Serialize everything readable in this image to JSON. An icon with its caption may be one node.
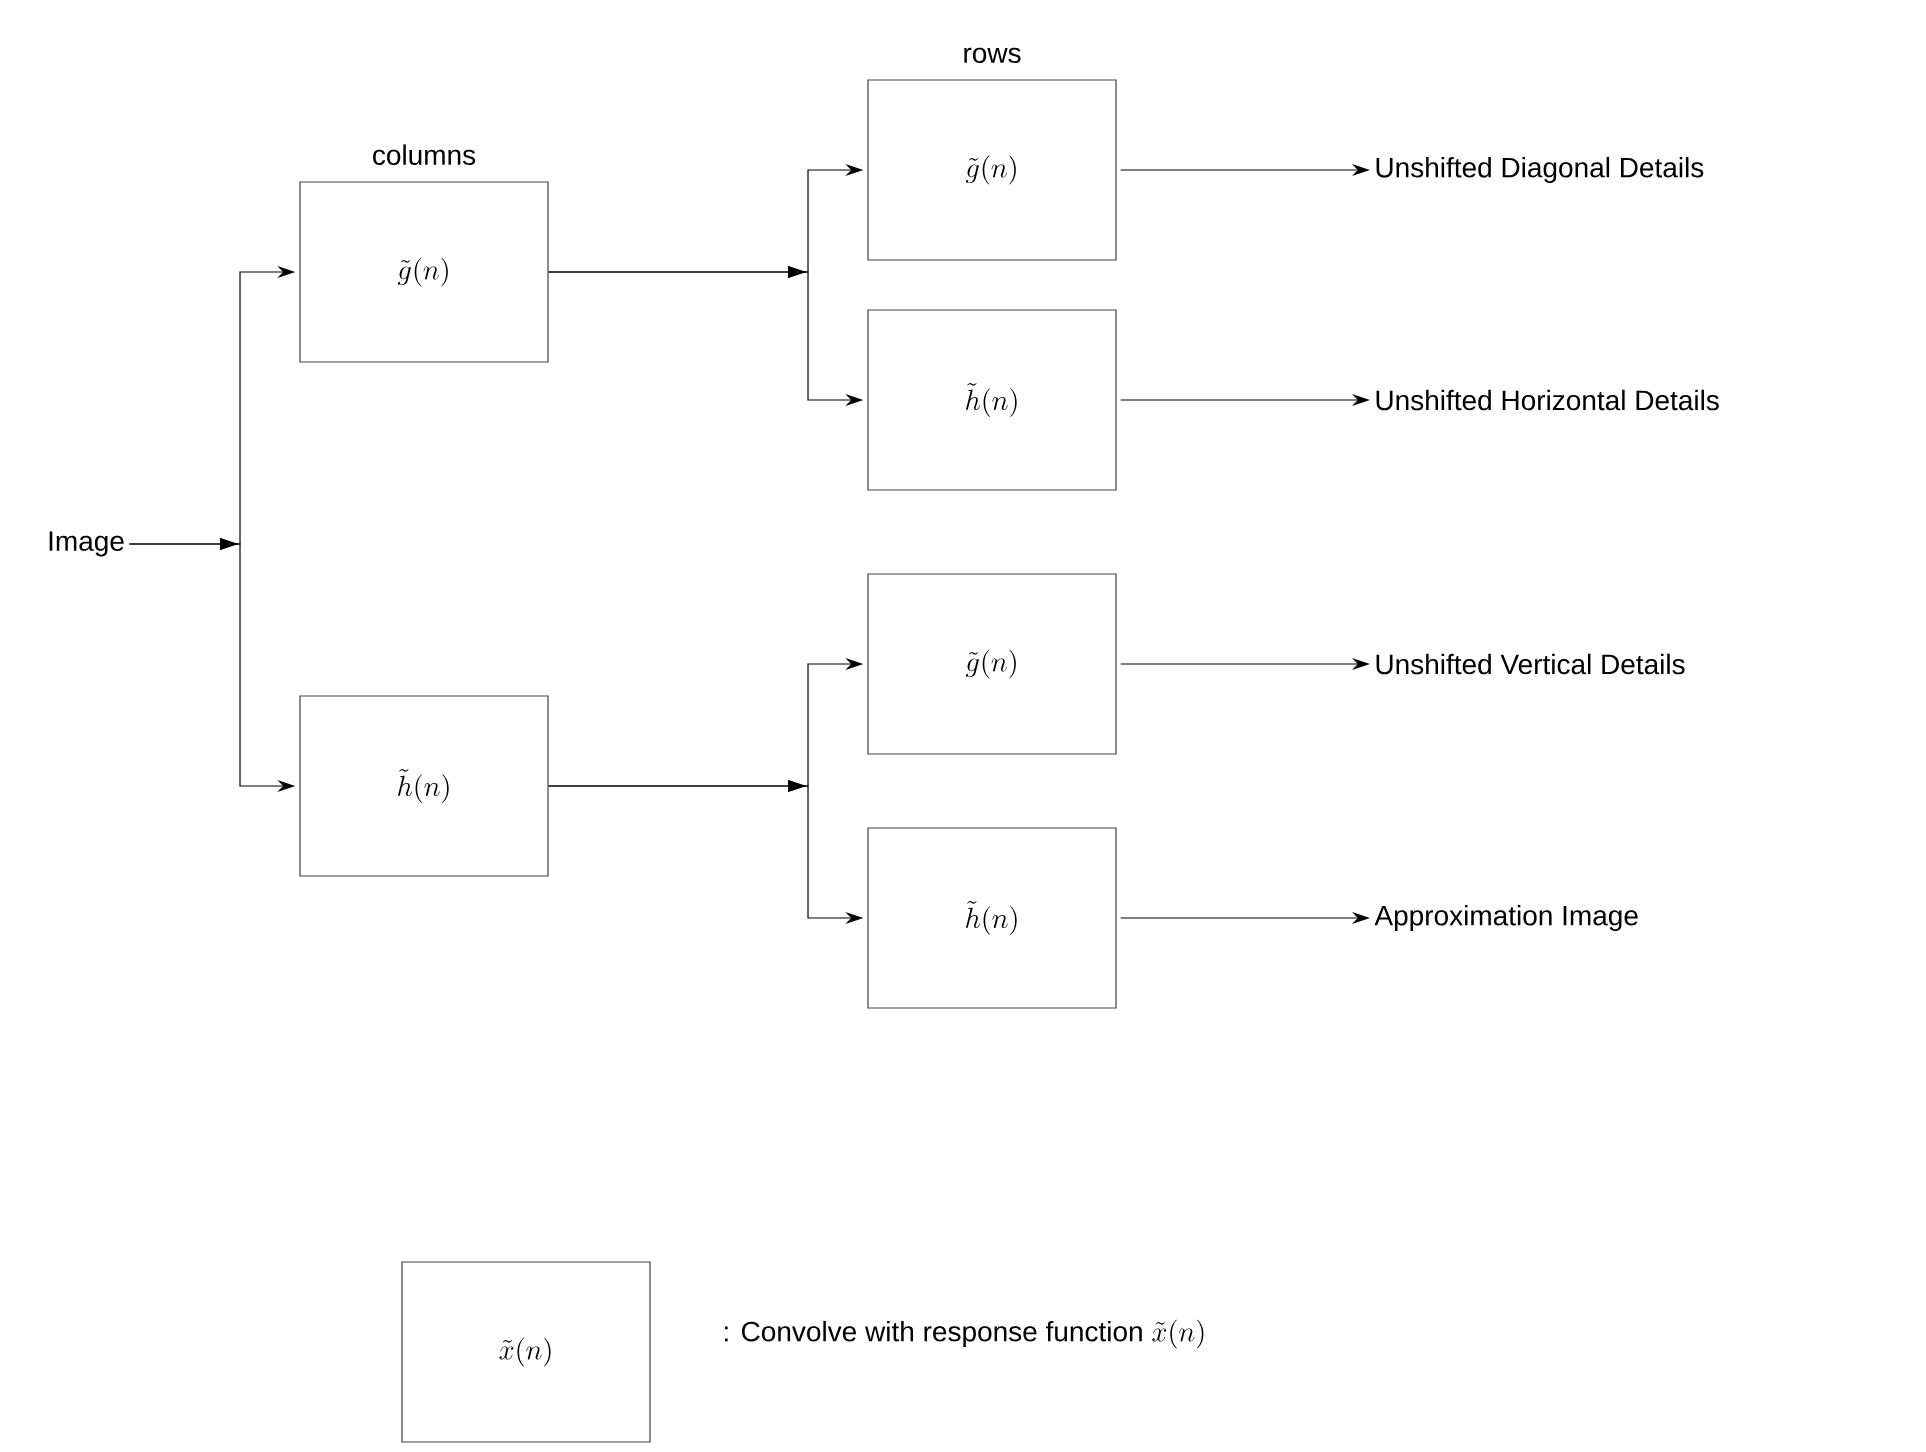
{
  "diagram": {
    "nodes": [
      {
        "text": [
          "Image"
        ]
      },
      {
        "text": [
          "\\tilde{g}(n)"
        ],
        "beside": [
          "columns"
        ]
      },
      {
        "text": [
          "\\tilde{h}(n)"
        ]
      },
      {
        "text": [
          "\\tilde{g}(n)"
        ],
        "beside": [
          "rows"
        ]
      },
      {
        "text": [
          "\\tilde{h}(n)"
        ]
      },
      {
        "text": [
          "\\tilde{g}(n)"
        ]
      },
      {
        "text": [
          "\\tilde{h}(n)"
        ]
      },
      {
        "text": [
          "Unshifted Diagonal Details"
        ]
      },
      {
        "text": [
          "Unshifted Horizontal Details"
        ]
      },
      {
        "text": [
          "Unshifted Vertical Details"
        ]
      },
      {
        "text": [
          "Approximation Image"
        ]
      },
      {
        "text": [
          "\\tilde{x}(n)"
        ]
      }
    ],
    "edges": [
      {
        "from": 0,
        "to": 1,
        "arrow": "to"
      },
      {
        "from": 0,
        "to": 2,
        "arrow": "to"
      },
      {
        "from": 1,
        "to": 3,
        "arrow": "to"
      },
      {
        "from": 1,
        "to": 4,
        "arrow": "to"
      },
      {
        "from": 2,
        "to": 5,
        "arrow": "to"
      },
      {
        "from": 2,
        "to": 6,
        "arrow": "to"
      },
      {
        "from": 3,
        "to": 7,
        "arrow": "to"
      },
      {
        "from": 4,
        "to": 8,
        "arrow": "to"
      },
      {
        "from": 5,
        "to": 9,
        "arrow": "to"
      },
      {
        "from": 6,
        "to": 10,
        "arrow": "to"
      }
    ],
    "labels": [
      ": Convolve with response function",
      "\\tilde{x}(n)"
    ]
  }
}
